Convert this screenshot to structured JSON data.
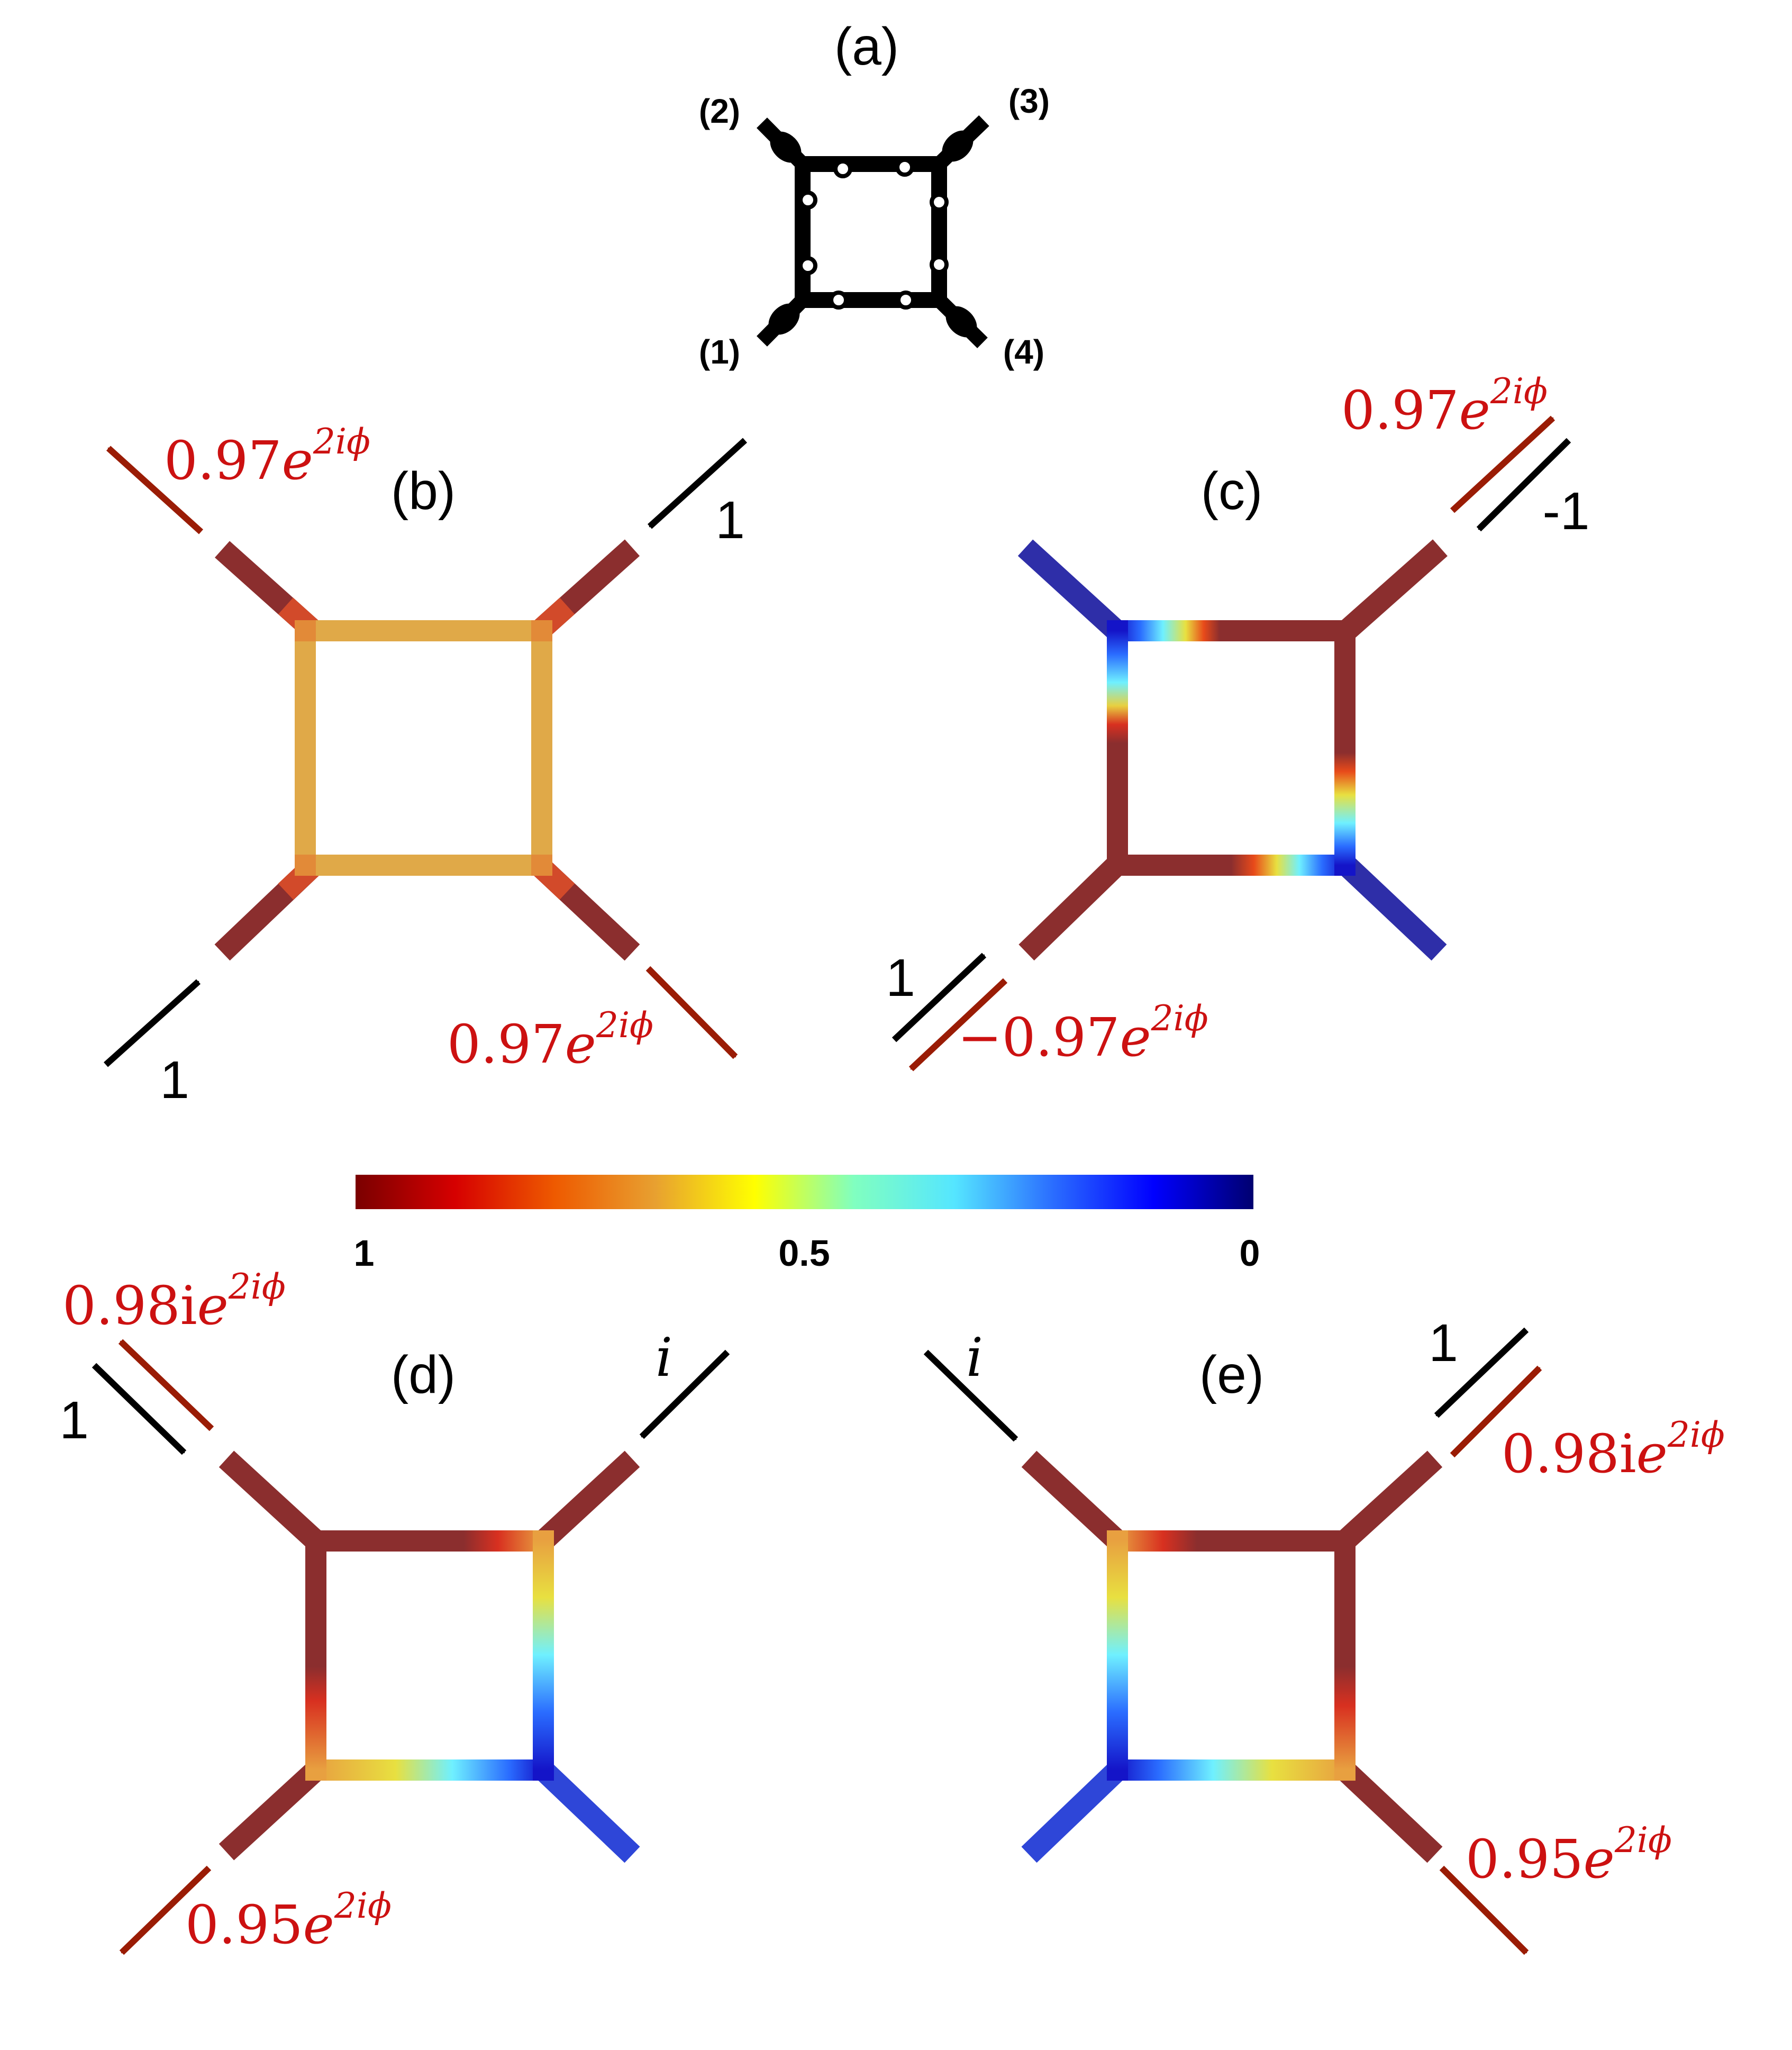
{
  "colors": {
    "ink": "#000000",
    "outgoing": "#cc1111",
    "outgoing_arrow": "#9a1c05",
    "stroke": "#8b2a2a"
  },
  "colorbar": {
    "tick_left": "1",
    "tick_mid": "0.5",
    "tick_right": "0",
    "stops": [
      "#7a0000",
      "#d60000",
      "#ee5a00",
      "#e8a030",
      "#ffff00",
      "#80ffc0",
      "#55e6ff",
      "#2a6cff",
      "#0000ff",
      "#000070"
    ]
  },
  "panel_a": {
    "label": "(a)",
    "ports": {
      "p1": "(1)",
      "p2": "(2)",
      "p3": "(3)",
      "p4": "(4)"
    }
  },
  "panel_b": {
    "label": "(b)",
    "in_ne": "1",
    "in_sw": "1",
    "out_nw": {
      "num": "0.97",
      "base": "e",
      "exp": "2iϕ"
    },
    "out_se": {
      "num": "0.97",
      "base": "e",
      "exp": "2iϕ"
    }
  },
  "panel_c": {
    "label": "(c)",
    "in_ne": "-1",
    "in_sw": "1",
    "out_ne": {
      "num": "0.97",
      "base": "e",
      "exp": "2iϕ"
    },
    "out_sw": {
      "num": "−0.97",
      "base": "e",
      "exp": "2iϕ"
    }
  },
  "panel_d": {
    "label": "(d)",
    "in_nw": "1",
    "in_ne": "i",
    "out_nw": {
      "num": "0.98i",
      "base": "e",
      "exp": "2iϕ"
    },
    "out_sw": {
      "num": "0.95",
      "base": "e",
      "exp": "2iϕ"
    }
  },
  "panel_e": {
    "label": "(e)",
    "in_nw": "i",
    "in_ne": "1",
    "out_ne": {
      "num": "0.98i",
      "base": "e",
      "exp": "2iϕ"
    },
    "out_se": {
      "num": "0.95",
      "base": "e",
      "exp": "2iϕ"
    }
  }
}
